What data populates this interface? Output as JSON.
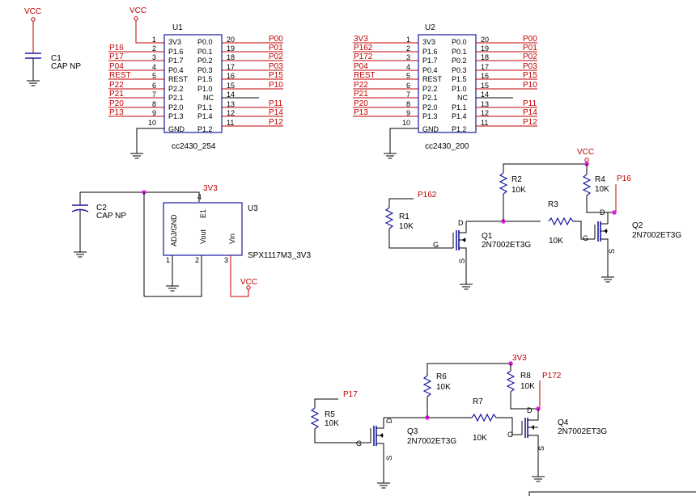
{
  "power": {
    "vcc": "VCC",
    "v33": "3V3"
  },
  "c1": {
    "ref": "C1",
    "value": "CAP NP"
  },
  "c2": {
    "ref": "C2",
    "value": "CAP NP"
  },
  "chips": [
    {
      "ref": "U1",
      "part": "cc2430_254",
      "left_pins": [
        {
          "num": "1",
          "name": "3V3",
          "net": ""
        },
        {
          "num": "2",
          "name": "P1.6",
          "net": "P16"
        },
        {
          "num": "3",
          "name": "P1.7",
          "net": "P17"
        },
        {
          "num": "4",
          "name": "P0.4",
          "net": "P04"
        },
        {
          "num": "5",
          "name": "REST",
          "net": "REST"
        },
        {
          "num": "6",
          "name": "P2.2",
          "net": "P22"
        },
        {
          "num": "7",
          "name": "P2.1",
          "net": "P21"
        },
        {
          "num": "8",
          "name": "P2.0",
          "net": "P20"
        },
        {
          "num": "9",
          "name": "P1.3",
          "net": "P13"
        },
        {
          "num": "10",
          "name": "GND",
          "net": ""
        }
      ],
      "right_pins": [
        {
          "num": "20",
          "name": "P0.0",
          "net": "P00"
        },
        {
          "num": "19",
          "name": "P0.1",
          "net": "P01"
        },
        {
          "num": "18",
          "name": "P0.2",
          "net": "P02"
        },
        {
          "num": "17",
          "name": "P0.3",
          "net": "P03"
        },
        {
          "num": "16",
          "name": "P1.5",
          "net": "P15"
        },
        {
          "num": "15",
          "name": "P1.0",
          "net": "P10"
        },
        {
          "num": "14",
          "name": "NC",
          "net": ""
        },
        {
          "num": "13",
          "name": "P1.1",
          "net": "P11"
        },
        {
          "num": "12",
          "name": "P1.4",
          "net": "P14"
        },
        {
          "num": "11",
          "name": "P1.2",
          "net": "P12"
        }
      ]
    },
    {
      "ref": "U2",
      "part": "cc2430_200",
      "left_pins": [
        {
          "num": "1",
          "name": "3V3",
          "net": "3V3"
        },
        {
          "num": "2",
          "name": "P1.6",
          "net": "P162"
        },
        {
          "num": "3",
          "name": "P1.7",
          "net": "P172"
        },
        {
          "num": "4",
          "name": "P0.4",
          "net": "P04"
        },
        {
          "num": "5",
          "name": "REST",
          "net": "REST"
        },
        {
          "num": "6",
          "name": "P2.2",
          "net": "P22"
        },
        {
          "num": "7",
          "name": "P2.1",
          "net": "P21"
        },
        {
          "num": "8",
          "name": "P2.0",
          "net": "P20"
        },
        {
          "num": "9",
          "name": "P1.3",
          "net": "P13"
        },
        {
          "num": "10",
          "name": "GND",
          "net": ""
        }
      ],
      "right_pins": [
        {
          "num": "20",
          "name": "P0.0",
          "net": "P00"
        },
        {
          "num": "19",
          "name": "P0.1",
          "net": "P01"
        },
        {
          "num": "18",
          "name": "P0.2",
          "net": "P02"
        },
        {
          "num": "17",
          "name": "P0.3",
          "net": "P03"
        },
        {
          "num": "16",
          "name": "P1.5",
          "net": "P15"
        },
        {
          "num": "15",
          "name": "P1.0",
          "net": "P10"
        },
        {
          "num": "14",
          "name": "NC",
          "net": ""
        },
        {
          "num": "13",
          "name": "P1.1",
          "net": "P11"
        },
        {
          "num": "12",
          "name": "P1.4",
          "net": "P14"
        },
        {
          "num": "11",
          "name": "P1.2",
          "net": "P12"
        }
      ]
    }
  ],
  "regulator": {
    "ref": "U3",
    "part": "SPX1117M3_3V3",
    "pins": [
      {
        "num": "1",
        "name": "ADJ/GND"
      },
      {
        "num": "2",
        "name": "Vout"
      },
      {
        "num": "3",
        "name": "Vin"
      },
      {
        "num": "4",
        "name": "E1"
      }
    ]
  },
  "resistors": {
    "r1": {
      "ref": "R1",
      "value": "10K"
    },
    "r2": {
      "ref": "R2",
      "value": "10K"
    },
    "r3": {
      "ref": "R3",
      "value": "10K"
    },
    "r4": {
      "ref": "R4",
      "value": "10K"
    },
    "r5": {
      "ref": "R5",
      "value": "10K"
    },
    "r6": {
      "ref": "R6",
      "value": "10K"
    },
    "r7": {
      "ref": "R7",
      "value": "10K"
    },
    "r8": {
      "ref": "R8",
      "value": "10K"
    }
  },
  "transistors": {
    "q1": {
      "ref": "Q1",
      "part": "2N7002ET3G"
    },
    "q2": {
      "ref": "Q2",
      "part": "2N7002ET3G"
    },
    "q3": {
      "ref": "Q3",
      "part": "2N7002ET3G"
    },
    "q4": {
      "ref": "Q4",
      "part": "2N7002ET3G"
    }
  },
  "fet_pins": {
    "gate": "G",
    "drain": "D",
    "source": "S"
  },
  "nets": {
    "p162": "P162",
    "p16": "P16",
    "p17": "P17",
    "p172": "P172"
  },
  "colors": {
    "wire": "#000000",
    "net": "#c00000",
    "part": "#1a1aa0",
    "junction": "#e020e0"
  }
}
